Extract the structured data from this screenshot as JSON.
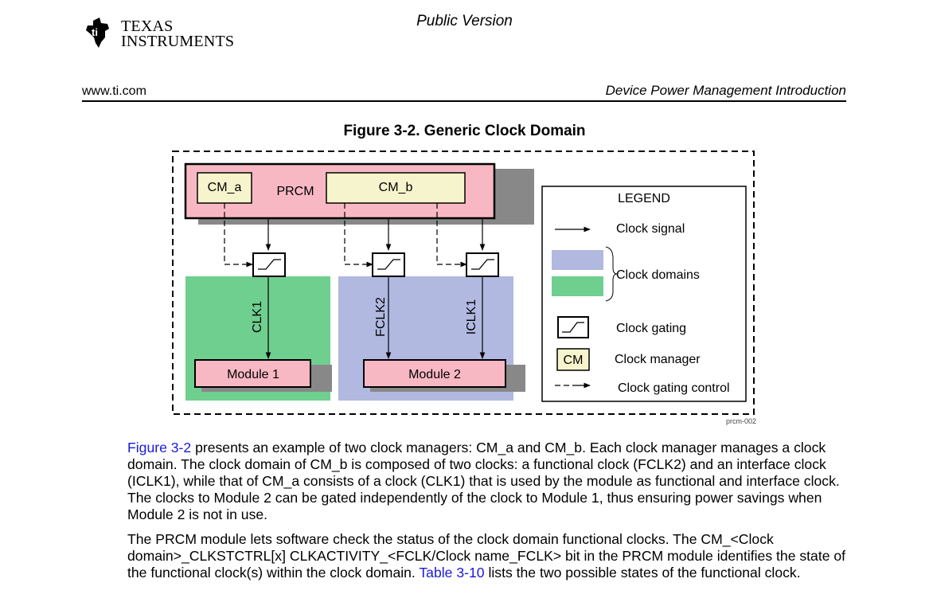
{
  "header": {
    "logo_line1": "TEXAS",
    "logo_line2": "INSTRUMENTS",
    "version": "Public Version",
    "website": "www.ti.com",
    "section_title": "Device Power Management Introduction"
  },
  "figure": {
    "title": "Figure 3-2. Generic Clock Domain",
    "prcm_label": "PRCM",
    "cm_a": "CM_a",
    "cm_b": "CM_b",
    "clk1": "CLK1",
    "fclk2": "FCLK2",
    "iclk1": "ICLK1",
    "module1": "Module 1",
    "module2": "Module 2",
    "code": "prcm-002",
    "colors": {
      "prcm_fill": "#f7b8c4",
      "cm_fill": "#f6f4cc",
      "domain_green": "#6fcf8f",
      "domain_blue": "#b1b9e1",
      "shadow": "#888888"
    },
    "legend": {
      "title": "LEGEND",
      "clock_signal": "Clock signal",
      "clock_domains": "Clock domains",
      "clock_gating": "Clock gating",
      "cm_badge": "CM",
      "clock_manager": "Clock manager",
      "clock_gating_control": "Clock gating control"
    }
  },
  "body": {
    "p1": {
      "link": "Figure 3-2",
      "text": " presents an example of two clock managers: CM_a and CM_b. Each clock manager manages a clock domain. The clock domain of CM_b is composed of two clocks: a functional clock (FCLK2) and an interface clock (ICLK1), while that of CM_a consists of a clock (CLK1) that is used by the module as functional and interface clock. The clocks to Module 2 can be gated independently of the clock to Module 1, thus ensuring power savings when Module 2 is not in use."
    },
    "p2": {
      "text_before": "The PRCM module lets software check the status of the clock domain functional clocks. The CM_<Clock domain>_CLKSTCTRL[x] CLKACTIVITY_<FCLK/Clock name_FCLK> bit in the PRCM module identifies the state of the functional clock(s) within the clock domain. ",
      "link": "Table 3-10",
      "text_after": " lists the two possible states of the functional clock."
    }
  }
}
